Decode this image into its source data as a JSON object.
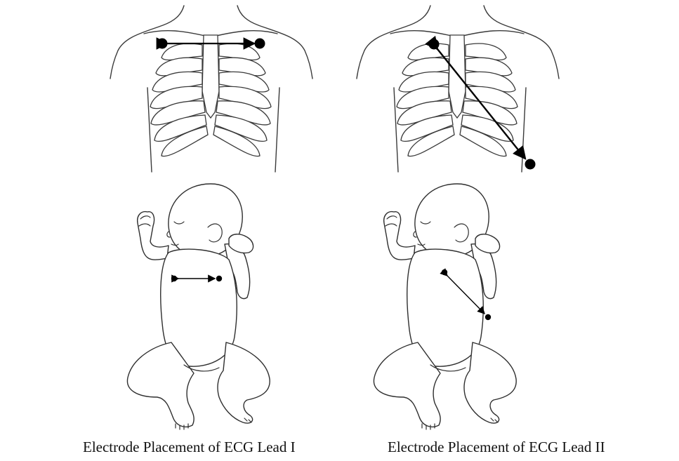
{
  "panels": [
    {
      "caption": "Electrode Placement of ECG Lead I",
      "lead": "I"
    },
    {
      "caption": "Electrode Placement of ECG Lead II",
      "lead": "II"
    }
  ],
  "colors": {
    "line": "#3a3a3a",
    "electrode": "#000000",
    "background": "#ffffff",
    "caption_text": "#111111"
  }
}
